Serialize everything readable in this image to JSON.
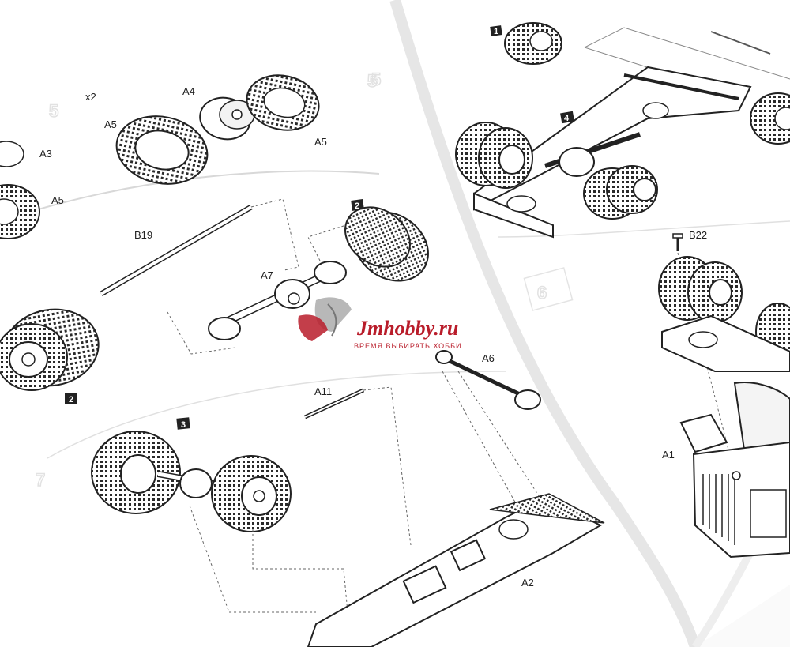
{
  "parts": {
    "x2": "x2",
    "A4": "A4",
    "A5_top": "A5",
    "A5_right": "A5",
    "A3": "A3",
    "A5_left": "A5",
    "B19": "B19",
    "A7": "A7",
    "A6": "A6",
    "A11": "A11",
    "A2": "A2",
    "A1": "A1",
    "B22": "B22"
  },
  "steps": {
    "s1": "1",
    "s2_top": "2",
    "s2_bottom": "2",
    "s3": "3",
    "s4": "4",
    "s5": "5",
    "s6": "6"
  },
  "watermark": {
    "brand": "Jmhobby.ru",
    "tagline": "ВРЕМЯ ВЫБИРАТЬ ХОББИ",
    "color": "#b91c2a"
  },
  "colors": {
    "paper": "#ffffff",
    "ink": "#222222",
    "shadow": "#e9e9e9"
  }
}
